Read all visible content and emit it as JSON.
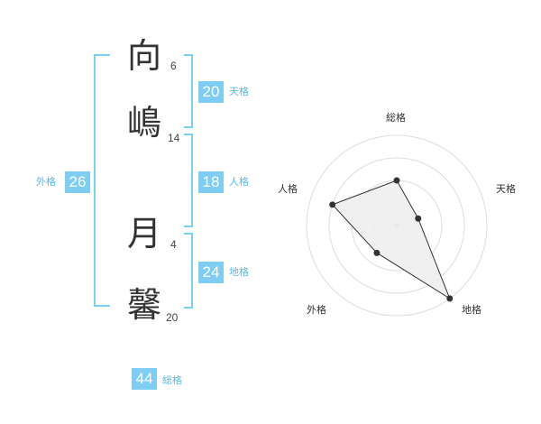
{
  "name_characters": [
    {
      "char": "向",
      "strokes": "6"
    },
    {
      "char": "嶋",
      "strokes": "14"
    },
    {
      "char": "月",
      "strokes": "4"
    },
    {
      "char": "馨",
      "strokes": "20"
    }
  ],
  "fortunes": {
    "tenkaku": {
      "value": "20",
      "label": "天格"
    },
    "jinkaku": {
      "value": "18",
      "label": "人格"
    },
    "chikaku": {
      "value": "24",
      "label": "地格"
    },
    "gaikaku": {
      "value": "26",
      "label": "外格"
    },
    "soukaku": {
      "value": "44",
      "label": "総格"
    }
  },
  "colors": {
    "accent": "#7fcdf5",
    "accent_text": "#5bb8ea",
    "chart_fill": "#eeeeee"
  },
  "chart_data": {
    "type": "radar",
    "axes": [
      "総格",
      "天格",
      "地格",
      "外格",
      "人格"
    ],
    "levels": 4,
    "values": [
      2,
      1,
      4,
      1.5,
      3
    ]
  }
}
